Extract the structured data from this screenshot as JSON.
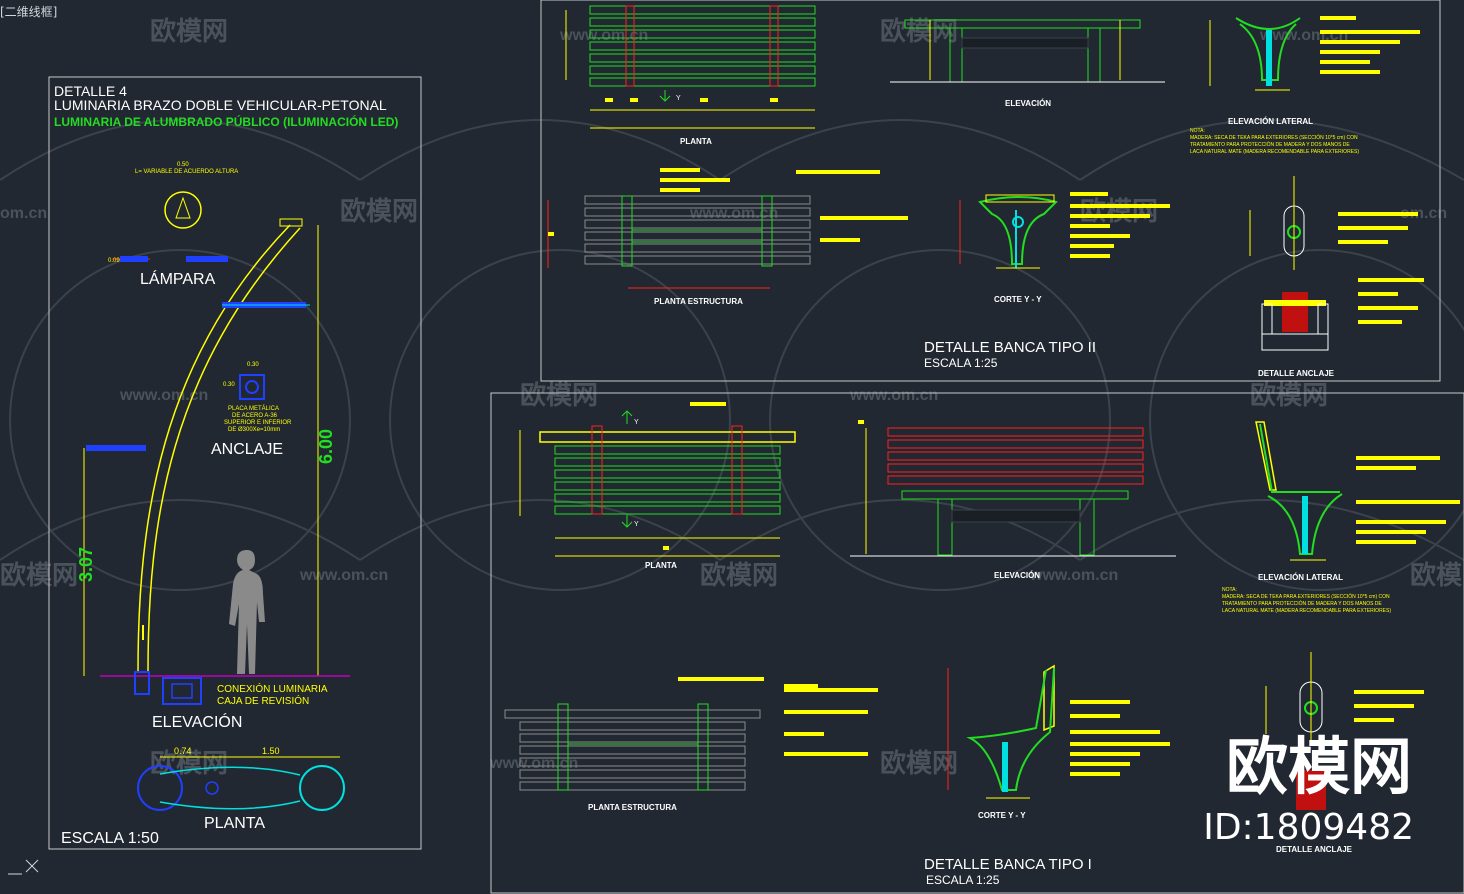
{
  "viewport_label": "[二维线框]",
  "colors": {
    "background": "#222831",
    "border": "#c8c8c8",
    "yellow": "#ffff00",
    "green": "#22dd22",
    "red": "#ff2020",
    "blue": "#2040ff",
    "cyan": "#00e0e0",
    "white": "#ffffff",
    "magenta": "#c000c0"
  },
  "watermarks": {
    "brand": "欧模网",
    "url": "www.om.cn",
    "url_short": "om.cn",
    "id": "ID:1809482"
  },
  "luminaria": {
    "detail": "DETALLE 4",
    "title": "LUMINARIA BRAZO DOBLE VEHICULAR-PETONAL",
    "subtitle": "LUMINARIA DE ALUMBRADO PÚBLICO (ILUMINACIÓN LED)",
    "lampara_label": "LÁMPARA",
    "lampara_dim": "0.50",
    "lampara_note": "L= VARIABLE DE ACUERDO ALTURA",
    "lampara_dim2": "0.09",
    "anclaje_label": "ANCLAJE",
    "anclaje_dim": "0.30",
    "anclaje_dim2": "0.30",
    "anclaje_note": [
      "PLACA METÁLICA",
      "DE ACERO A-36",
      "SUPERIOR E INFERIOR",
      "DE Ø300Xe=10mm"
    ],
    "height_total": "6.00",
    "height_lower": "3.07",
    "conexion": [
      "CONEXIÓN LUMINARIA",
      "CAJA DE REVISIÓN"
    ],
    "elevacion_label": "ELEVACIÓN",
    "planta_dim1": "0.74",
    "planta_dim2": "1.50",
    "planta_label": "PLANTA",
    "escala": "ESCALA 1:50"
  },
  "banca2": {
    "planta": "PLANTA",
    "elevacion": "ELEVACIÓN",
    "elevacion_lateral": "ELEVACIÓN LATERAL",
    "planta_estructura": "PLANTA ESTRUCTURA",
    "corte": "CORTE Y - Y",
    "anclaje": "DETALLE ANCLAJE",
    "nota": [
      "NOTA:",
      "MADERA: SECA DE TEKA PARA EXTERIORES (SECCIÓN 10*5 cm) CON",
      "TRATAMIENTO PARA PROTECCIÓN DE MADERA Y DOS MANOS DE",
      "LACA NATURAL MATE (MADERA RECOMENDABLE PARA EXTERIORES)"
    ],
    "title": "DETALLE BANCA TIPO II",
    "escala": "ESCALA 1:25",
    "axis": "Y"
  },
  "banca1": {
    "planta": "PLANTA",
    "elevacion": "ELEVACIÓN",
    "elevacion_lateral": "ELEVACIÓN LATERAL",
    "planta_estructura": "PLANTA ESTRUCTURA",
    "corte": "CORTE Y - Y",
    "anclaje": "DETALLE ANCLAJE",
    "nota": [
      "NOTA:",
      "MADERA: SECA DE TEKA PARA EXTERIORES (SECCIÓN 10*5 cm) CON",
      "TRATAMIENTO PARA PROTECCIÓN DE MADERA Y DOS MANOS DE",
      "LACA NATURAL MATE (MADERA RECOMENDABLE PARA EXTERIORES)"
    ],
    "title": "DETALLE BANCA TIPO I",
    "escala": "ESCALA 1:25",
    "axis": "Y"
  }
}
